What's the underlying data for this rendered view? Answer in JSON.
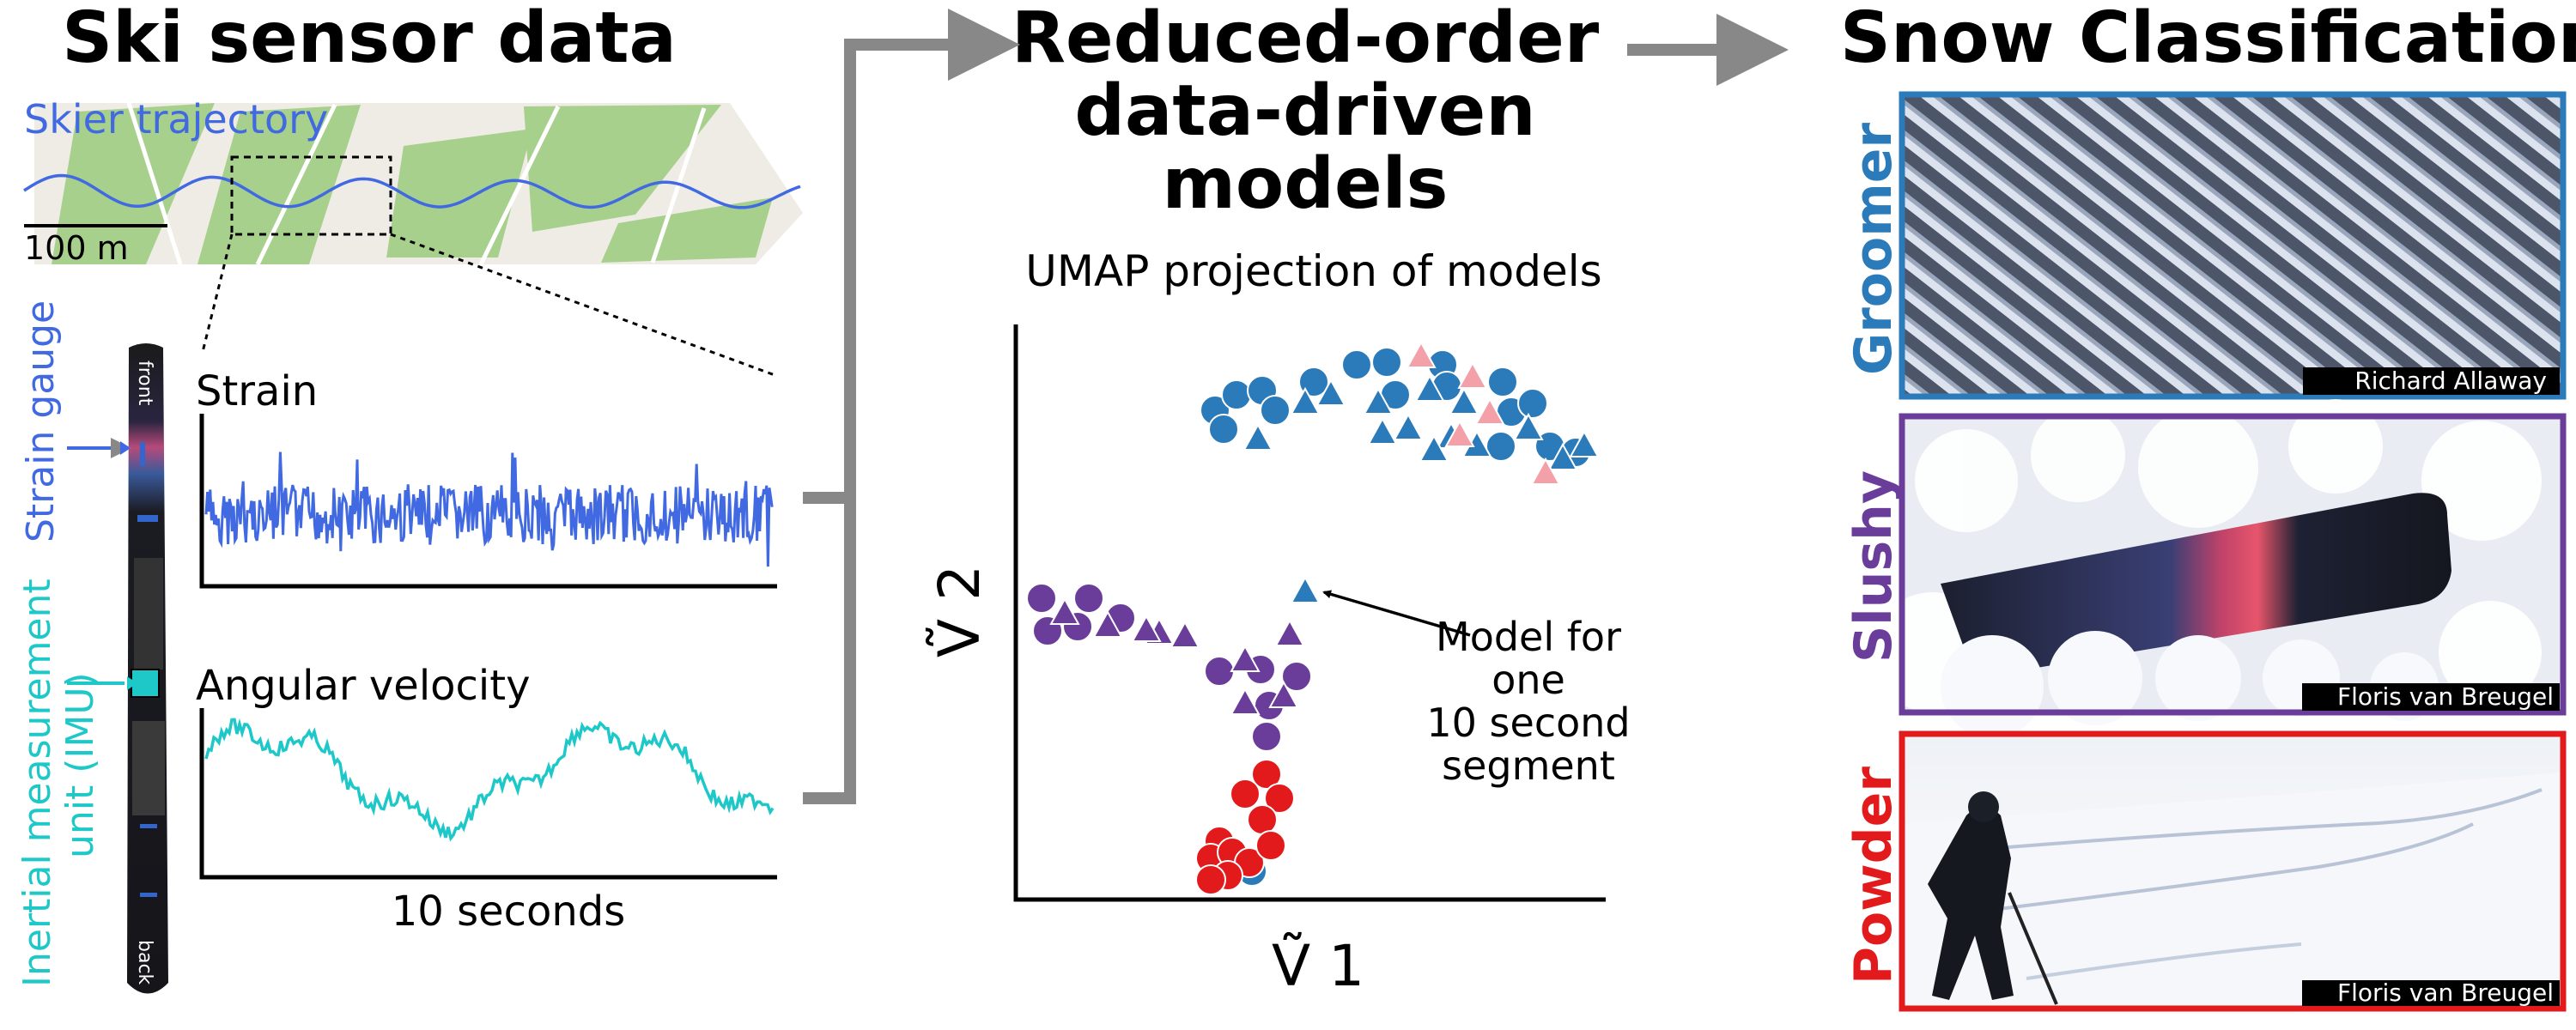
{
  "sections": {
    "sensor_title": "Ski sensor data",
    "models_title_lines": [
      "Reduced-order",
      "data-driven",
      "models"
    ],
    "classification_title": "Snow Classification"
  },
  "map": {
    "trajectory_label": "Skier trajectory",
    "scale_label": "100 m"
  },
  "ski": {
    "front_label": "front",
    "back_label": "back",
    "strain_gauge_label": "Strain gauge",
    "imu_label_lines": [
      "Inertial measurement",
      "unit (IMU)"
    ]
  },
  "signals": {
    "strain_label": "Strain",
    "angular_velocity_label": "Angular velocity",
    "time_label": "10 seconds"
  },
  "umap": {
    "title": "UMAP projection of models",
    "x_label": "Ṽ 1",
    "y_label": "Ṽ 2",
    "annotation_lines": [
      "Model for",
      "one",
      "10 second",
      "segment"
    ]
  },
  "classes": [
    {
      "name": "Groomer",
      "credit": "Richard Allaway",
      "color": "#2b7bba"
    },
    {
      "name": "Slushy",
      "credit": "Floris van Breugel",
      "color": "#6a3d9a"
    },
    {
      "name": "Powder",
      "credit": "Floris van Breugel",
      "color": "#e31a1c"
    }
  ],
  "colors": {
    "trajectory": "#4169e1",
    "strain": "#4169e1",
    "imu": "#1ec8c8",
    "groomer": "#2b7bba",
    "groomer_light": "#f4a0a8",
    "slushy": "#6a3d9a",
    "powder": "#e31a1c",
    "arrow": "#888888"
  }
}
